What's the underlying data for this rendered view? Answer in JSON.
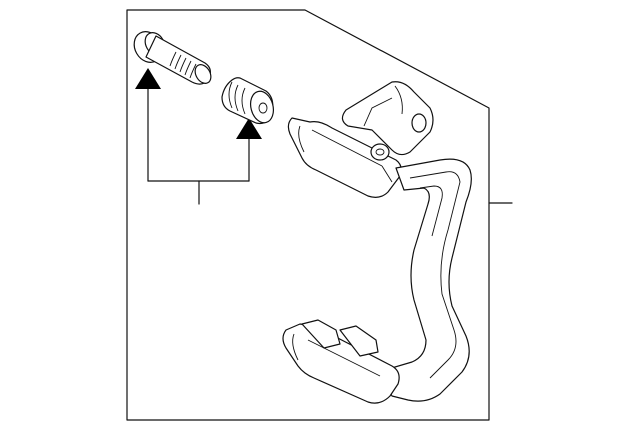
{
  "diagram": {
    "colors": {
      "line": "#111111",
      "background": "#ffffff",
      "arrow": "#000000"
    },
    "components": [
      {
        "name": "caliper-bracket",
        "icon": "bracket-icon"
      },
      {
        "name": "guide-pin-bolt",
        "icon": "bolt-icon"
      },
      {
        "name": "guide-pin-boot",
        "icon": "bushing-icon"
      }
    ]
  }
}
